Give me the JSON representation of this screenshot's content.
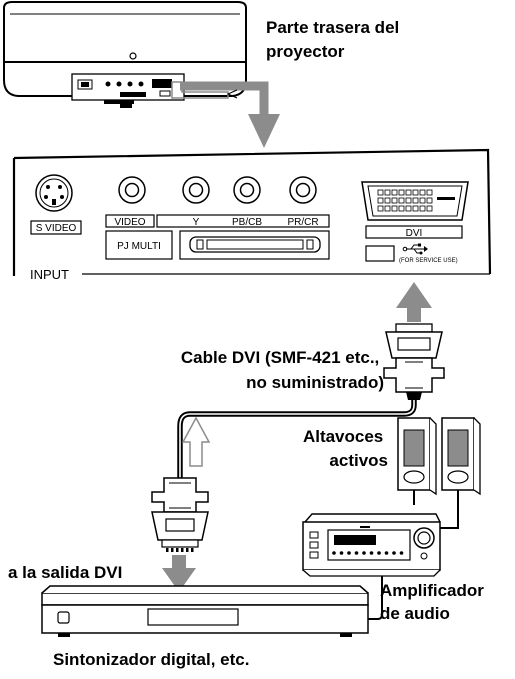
{
  "labels": {
    "projector_rear": [
      "Parte trasera del",
      "proyector"
    ],
    "cable": [
      "Cable DVI (SMF-421 etc.,",
      "no suministrado)"
    ],
    "speakers": [
      "Altavoces",
      "activos"
    ],
    "dvi_out": "a la salida DVI",
    "amplifier": [
      "Amplificador",
      "de audio"
    ],
    "tuner": "Sintonizador digital, etc."
  },
  "panel": {
    "s_video": "S VIDEO",
    "video": "VIDEO",
    "y": "Y",
    "pb_cb": "PB/CB",
    "pr_cr": "PR/CR",
    "pj_multi": "PJ MULTI",
    "dvi": "DVI",
    "service": "(FOR SERVICE USE)",
    "input": "INPUT"
  },
  "colors": {
    "arrow_gray": "#8c8c8c",
    "line": "#000000"
  }
}
